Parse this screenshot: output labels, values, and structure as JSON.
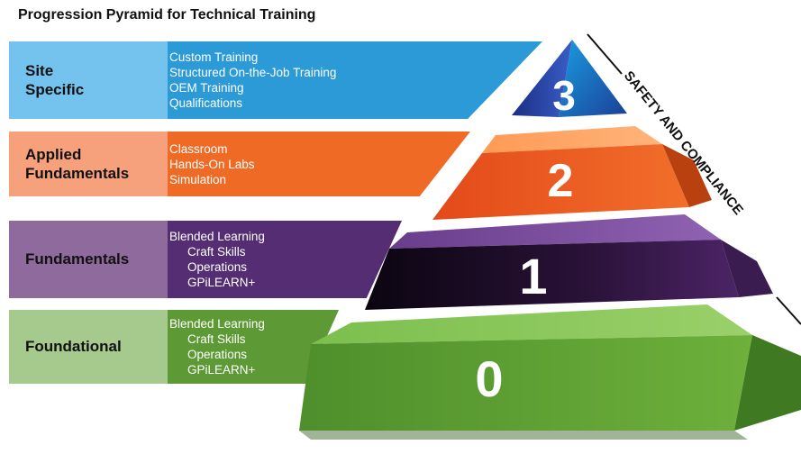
{
  "title": "Progression Pyramid for Technical Training",
  "side_label": "SAFETY AND COMPLIANCE",
  "levels": [
    {
      "number": "3",
      "label_line1": "Site",
      "label_line2": "Specific",
      "items": [
        "Custom Training",
        "Structured On-the-Job Training",
        "OEM Training",
        "Qualifications"
      ],
      "band_color": "#2c9ad7",
      "label_color": "#74c2ee"
    },
    {
      "number": "2",
      "label_line1": "Applied",
      "label_line2": "Fundamentals",
      "items": [
        "Classroom",
        "Hands-On Labs",
        "Simulation"
      ],
      "band_color": "#ef6a24",
      "label_color": "#f6a07c"
    },
    {
      "number": "1",
      "label_line1": "Fundamentals",
      "items": [
        "Blended Learning",
        "Craft Skills",
        "Operations",
        "GPiLEARN+"
      ],
      "band_color": "#542d73",
      "label_color": "#8f6a9c"
    },
    {
      "number": "0",
      "label_line1": "Foundational",
      "items": [
        "Blended Learning",
        "Craft Skills",
        "Operations",
        "GPiLEARN+"
      ],
      "band_color": "#5d9a35",
      "label_color": "#a6c98e"
    }
  ]
}
